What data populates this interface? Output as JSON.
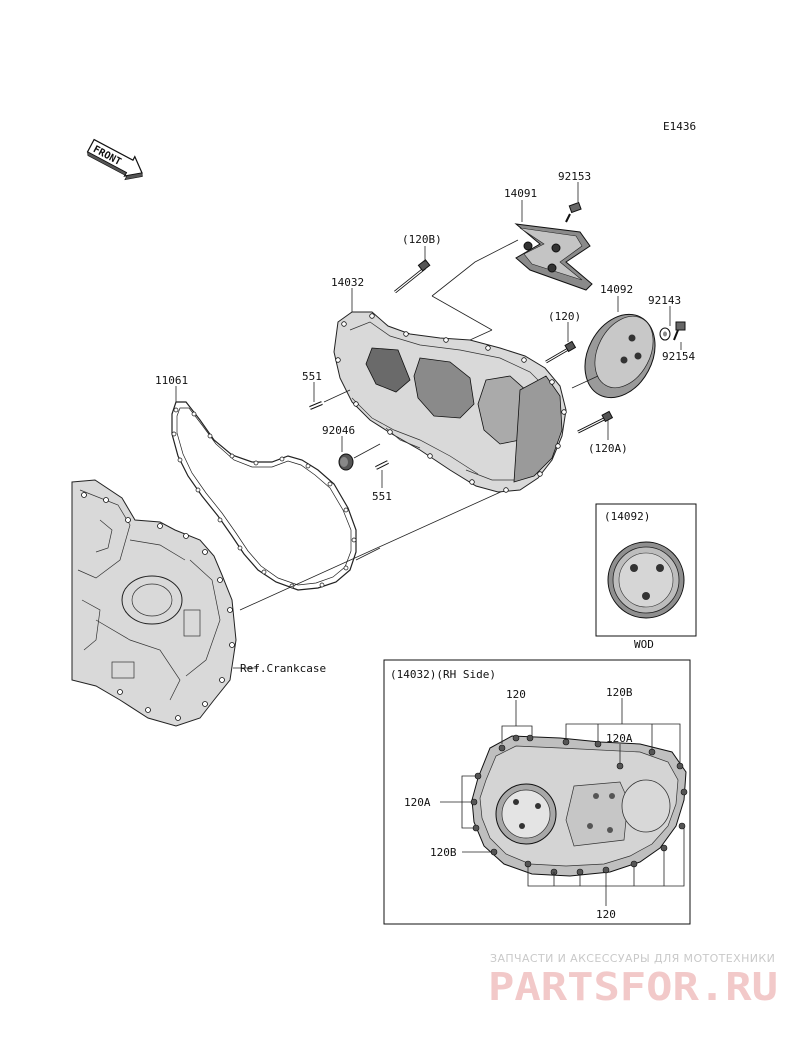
{
  "diagram_code": "E1436",
  "front_label": "FRONT",
  "parts": {
    "p92153": "92153",
    "p14091": "14091",
    "p120B_top": "(120B)",
    "p14032": "14032",
    "p14092": "14092",
    "p92143": "92143",
    "p120_top": "(120)",
    "p92154": "92154",
    "p11061": "11061",
    "p551_a": "551",
    "p92046": "92046",
    "p551_b": "551",
    "p120A_top": "(120A)",
    "ref_crankcase": "Ref.Crankcase"
  },
  "inset_wod": {
    "title": "(14092)",
    "caption": "WOD"
  },
  "inset_rh": {
    "title": "(14032)(RH Side)",
    "label_120_top": "120",
    "label_120B_top": "120B",
    "label_120A_top": "120A",
    "label_120A_left": "120A",
    "label_120B_left": "120B",
    "label_120_bottom": "120"
  },
  "watermark": {
    "tagline": "ЗАПЧАСТИ И АКСЕССУАРЫ ДЛЯ МОТОТЕХНИКИ",
    "brand": "PARTSFOR.RU"
  }
}
